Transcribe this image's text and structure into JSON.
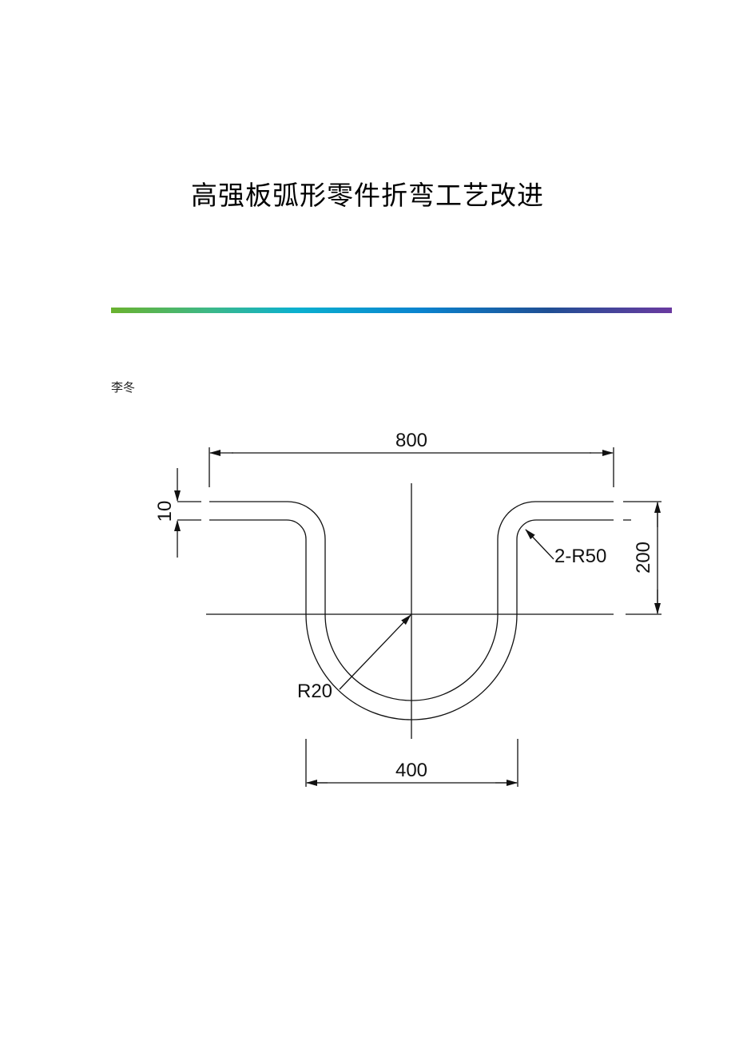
{
  "document": {
    "title": "高强板弧形零件折弯工艺改进",
    "author": "李冬",
    "divider_colors": [
      "#6ab22e",
      "#0bb0cf",
      "#0a84cf",
      "#1f4f94",
      "#6a3aa0"
    ]
  },
  "figure": {
    "dim_width_total": "800",
    "dim_width_bottom": "400",
    "dim_height": "200",
    "dim_thickness": "10",
    "label_radius_bottom": "R20",
    "label_radius_bends": "2-R50"
  }
}
